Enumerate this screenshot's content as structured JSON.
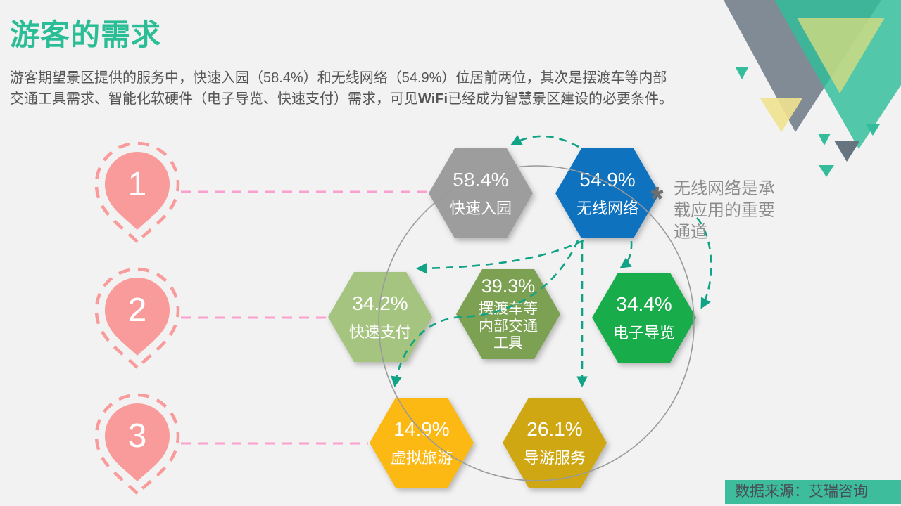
{
  "colors": {
    "background": "#F2F2F2",
    "accent_green": "#2BBD96",
    "body_text": "#555555",
    "pin_pink": "#F99B9B",
    "connector_pink": "#F9A0CE",
    "arrow_teal": "#10A385",
    "circle_gray": "#9A9A9A",
    "annotation_gray": "#8C8C8C",
    "source_bar_bg": "#3DBD9B",
    "source_text": "#474F5A"
  },
  "slide": {
    "title": "游客的需求",
    "paragraph": {
      "line1": "游客期望景区提供的服务中，快速入园（58.4%）和无线网络（54.9%）位居前两位，其次是摆渡车等内部",
      "line2_before": "交通工具需求、智能化软硬件（电子导览、快速支付）需求，可见",
      "line2_wifi": "WiFi",
      "line2_after": "已经成为智慧景区建设的必要条件。"
    },
    "annotation": {
      "marker": "*",
      "text": "无线网络是承载应用的重要通道"
    },
    "source": "数据来源：艾瑞咨询"
  },
  "diagram": {
    "pins": [
      {
        "number": "1"
      },
      {
        "number": "2"
      },
      {
        "number": "3"
      }
    ],
    "hexagons": [
      {
        "id": "fast-entry",
        "value": "58.4%",
        "label": "快速入园",
        "color": "#9D9D9D"
      },
      {
        "id": "wireless-network",
        "value": "54.9%",
        "label": "无线网络",
        "color": "#0F72BE"
      },
      {
        "id": "fast-payment",
        "value": "34.2%",
        "label": "快速支付",
        "color": "#A5C480"
      },
      {
        "id": "shuttle-transport",
        "value": "39.3%",
        "label": "摆渡车等内部交通工具",
        "color": "#7DA153"
      },
      {
        "id": "e-guide",
        "value": "34.4%",
        "label": "电子导览",
        "color": "#19AC4B"
      },
      {
        "id": "virtual-tour",
        "value": "14.9%",
        "label": "虚拟旅游",
        "color": "#FCB813"
      },
      {
        "id": "tour-guide-service",
        "value": "26.1%",
        "label": "导游服务",
        "color": "#CFA713"
      }
    ]
  },
  "chart_data": {
    "type": "bar",
    "title": "游客的需求",
    "categories": [
      "快速入园",
      "无线网络",
      "摆渡车等内部交通工具",
      "快速支付",
      "电子导览",
      "虚拟旅游",
      "导游服务"
    ],
    "values": [
      58.4,
      54.9,
      39.3,
      34.2,
      34.4,
      14.9,
      26.1
    ],
    "unit": "%",
    "annotation": "无线网络是承载应用的重要通道",
    "source": "数据来源：艾瑞咨询"
  }
}
